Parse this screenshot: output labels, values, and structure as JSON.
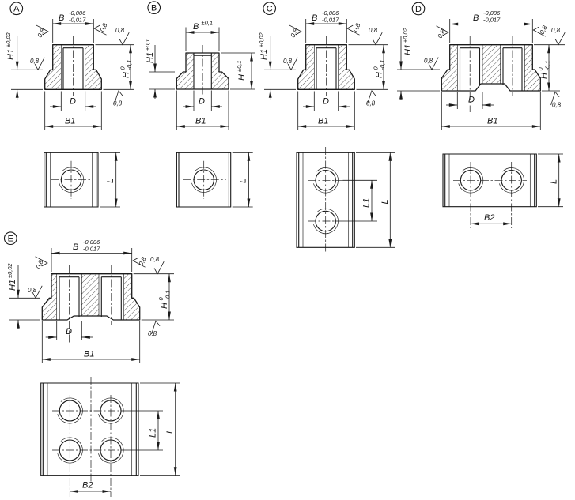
{
  "drawing": {
    "variants": [
      {
        "letter": "A",
        "section": {
          "dim_b": "B",
          "tol_b_top": "-0,006",
          "tol_b_bottom": "-0,017",
          "dim_h1": "H1",
          "tol_h1": "±0,02",
          "dim_h": "H",
          "tol_h_top": "0",
          "tol_h_bottom": "-0,1",
          "dim_d": "D",
          "dim_b1": "B1",
          "roughness": "0,8"
        },
        "plan": {
          "dim_l": "L"
        }
      },
      {
        "letter": "B",
        "section": {
          "dim_b": "B",
          "tol_b": "±0,1",
          "dim_h1": "H1",
          "tol_h1": "±0,1",
          "dim_h": "H",
          "tol_h": "±0,1",
          "dim_d": "D",
          "dim_b1": "B1"
        },
        "plan": {
          "dim_l": "L"
        }
      },
      {
        "letter": "C",
        "section": {
          "dim_b": "B",
          "tol_b_top": "-0,006",
          "tol_b_bottom": "-0,017",
          "dim_h1": "H1",
          "tol_h1": "±0,02",
          "dim_h": "H",
          "tol_h_top": "0",
          "tol_h_bottom": "-0,1",
          "dim_d": "D",
          "dim_b1": "B1",
          "roughness": "0,8"
        },
        "plan": {
          "dim_l1": "L1",
          "dim_l": "L"
        }
      },
      {
        "letter": "D",
        "section": {
          "dim_b": "B",
          "tol_b_top": "-0,006",
          "tol_b_bottom": "-0,017",
          "dim_h1": "H1",
          "tol_h1": "±0,02",
          "dim_h": "H",
          "tol_h_top": "0",
          "tol_h_bottom": "-0,1",
          "dim_d": "D",
          "dim_b1": "B1",
          "roughness": "0,8"
        },
        "plan": {
          "dim_l": "L",
          "dim_b2": "B2"
        }
      },
      {
        "letter": "E",
        "section": {
          "dim_b": "B",
          "tol_b_top": "-0,006",
          "tol_b_bottom": "-0,017",
          "dim_h1": "H1",
          "tol_h1": "±0,02",
          "dim_h": "H",
          "tol_h_top": "0",
          "tol_h_bottom": "-0,1",
          "dim_d": "D",
          "dim_b1": "B1",
          "roughness": "0,8"
        },
        "plan": {
          "dim_l1": "L1",
          "dim_l": "L",
          "dim_b2": "B2"
        }
      }
    ]
  }
}
